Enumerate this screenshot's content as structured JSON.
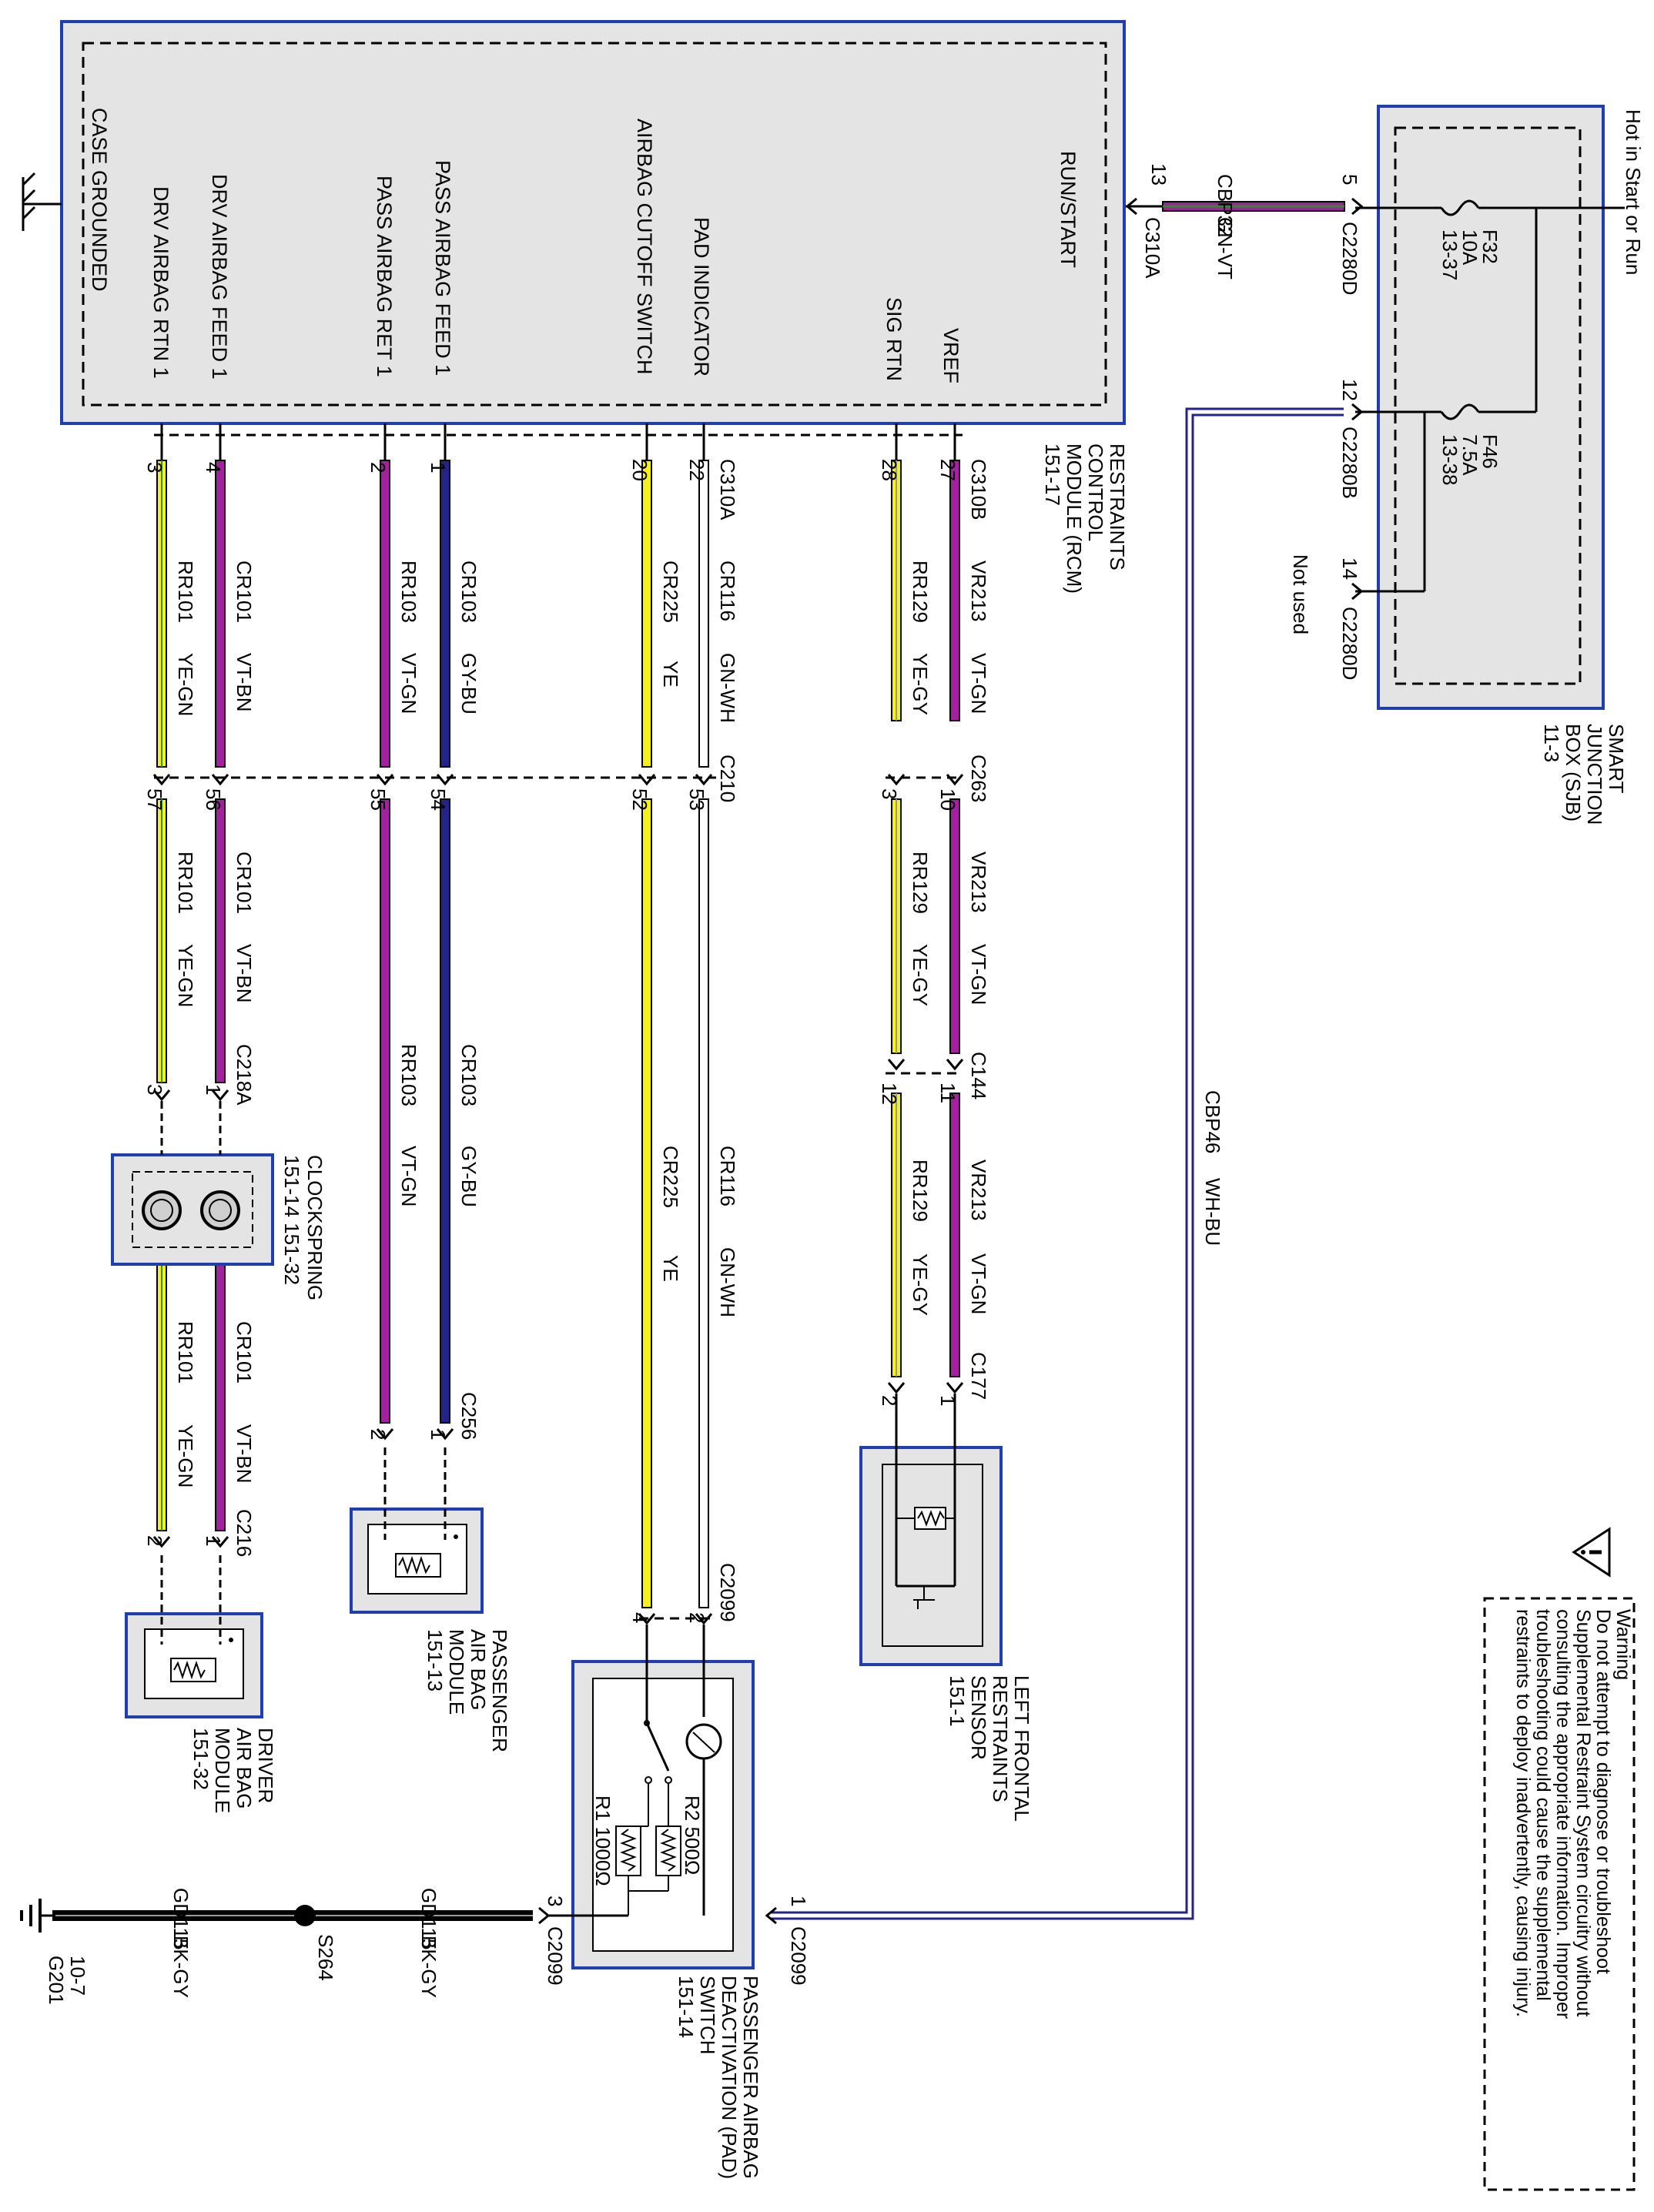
{
  "colors": {
    "border_blue": "#1f3fb0",
    "box_fill": "#e4e4e4",
    "VT": "#a3209f",
    "YE": "#f5f01c",
    "GN": "#2e8b2e",
    "GY": "#9a9a9a",
    "BU": "#23238a",
    "BK": "#000000",
    "WH": "#ffffff"
  },
  "rcm": {
    "title": "RESTRAINTS CONTROL MODULE (RCM) 151-17",
    "case_ground": "CASE GROUNDED",
    "pins": {
      "run_start": "RUN/START",
      "vref": "VREF",
      "sig_rtn": "SIG RTN",
      "pad_indicator": "PAD INDICATOR",
      "cutoff": "AIRBAG CUTOFF SWITCH",
      "pass_feed": "PASS AIRBAG FEED 1",
      "pass_ret": "PASS AIRBAG RET 1",
      "drv_feed": "DRV AIRBAG FEED 1",
      "drv_rtn": "DRV AIRBAG RTN 1"
    }
  },
  "sjb": {
    "title": "SMART JUNCTION BOX (SJB) 11-3",
    "hot": "Hot in Start or Run",
    "f32": "F32 10A 13-37",
    "f46": "F46 7.5A 13-38",
    "not_used": "Not used"
  },
  "connectors": {
    "c310a": "C310A",
    "c310b": "C310B",
    "c2280d": "C2280D",
    "c2280b": "C2280B",
    "c210": "C210",
    "c263": "C263",
    "c144": "C144",
    "c177": "C177",
    "c218a": "C218A",
    "c216": "C216",
    "c256": "C256",
    "c2099": "C2099"
  },
  "pins": {
    "p13": "13",
    "p5": "5",
    "p12": "12",
    "p14": "14",
    "p27": "27",
    "p28": "28",
    "p22": "22",
    "p20": "20",
    "p1": "1",
    "p2": "2",
    "p3": "3",
    "p4": "4",
    "p10": "10",
    "p11": "11",
    "p52": "52",
    "p53": "53",
    "p54": "54",
    "p55": "55",
    "p56": "56",
    "p57": "57"
  },
  "circuits": {
    "cbp32": "CBP32",
    "gn_vt": "GN-VT",
    "cbp46": "CBP46",
    "wh_bu": "WH-BU",
    "vr213": "VR213",
    "vt_gn": "VT-GN",
    "rr129": "RR129",
    "ye_gy": "YE-GY",
    "cr116": "CR116",
    "gn_wh": "GN-WH",
    "cr225": "CR225",
    "ye": "YE",
    "cr103": "CR103",
    "gy_bu": "GY-BU",
    "rr103": "RR103",
    "cr101": "CR101",
    "vt_bn": "VT-BN",
    "rr101": "RR101",
    "ye_gn": "YE-GN",
    "gd115": "GD115",
    "bk_gy": "BK-GY"
  },
  "components": {
    "lfrs": "LEFT FRONTAL RESTRAINTS SENSOR 151-1",
    "clockspring_a": "CLOCKSPRING",
    "clockspring_b": "151-14   151-32",
    "pab": "PASSENGER AIR BAG MODULE 151-13",
    "dab": "DRIVER AIR BAG MODULE 151-32",
    "pad": "PASSENGER AIRBAG DEACTIVATION (PAD) SWITCH 151-14",
    "r2": "R2 500Ω",
    "r1": "R1 1000Ω",
    "s264": "S264",
    "g201": "G201 10-7"
  },
  "warning": {
    "title": "Warning",
    "l1": "Do not attempt to diagnose or troubleshoot",
    "l2": "Supplemental Restraint System circuitry without",
    "l3": "consulting the appropriate information. Improper",
    "l4": "troubleshooting could cause the supplemental",
    "l5": "restraints to deploy inadvertently, causing injury."
  }
}
